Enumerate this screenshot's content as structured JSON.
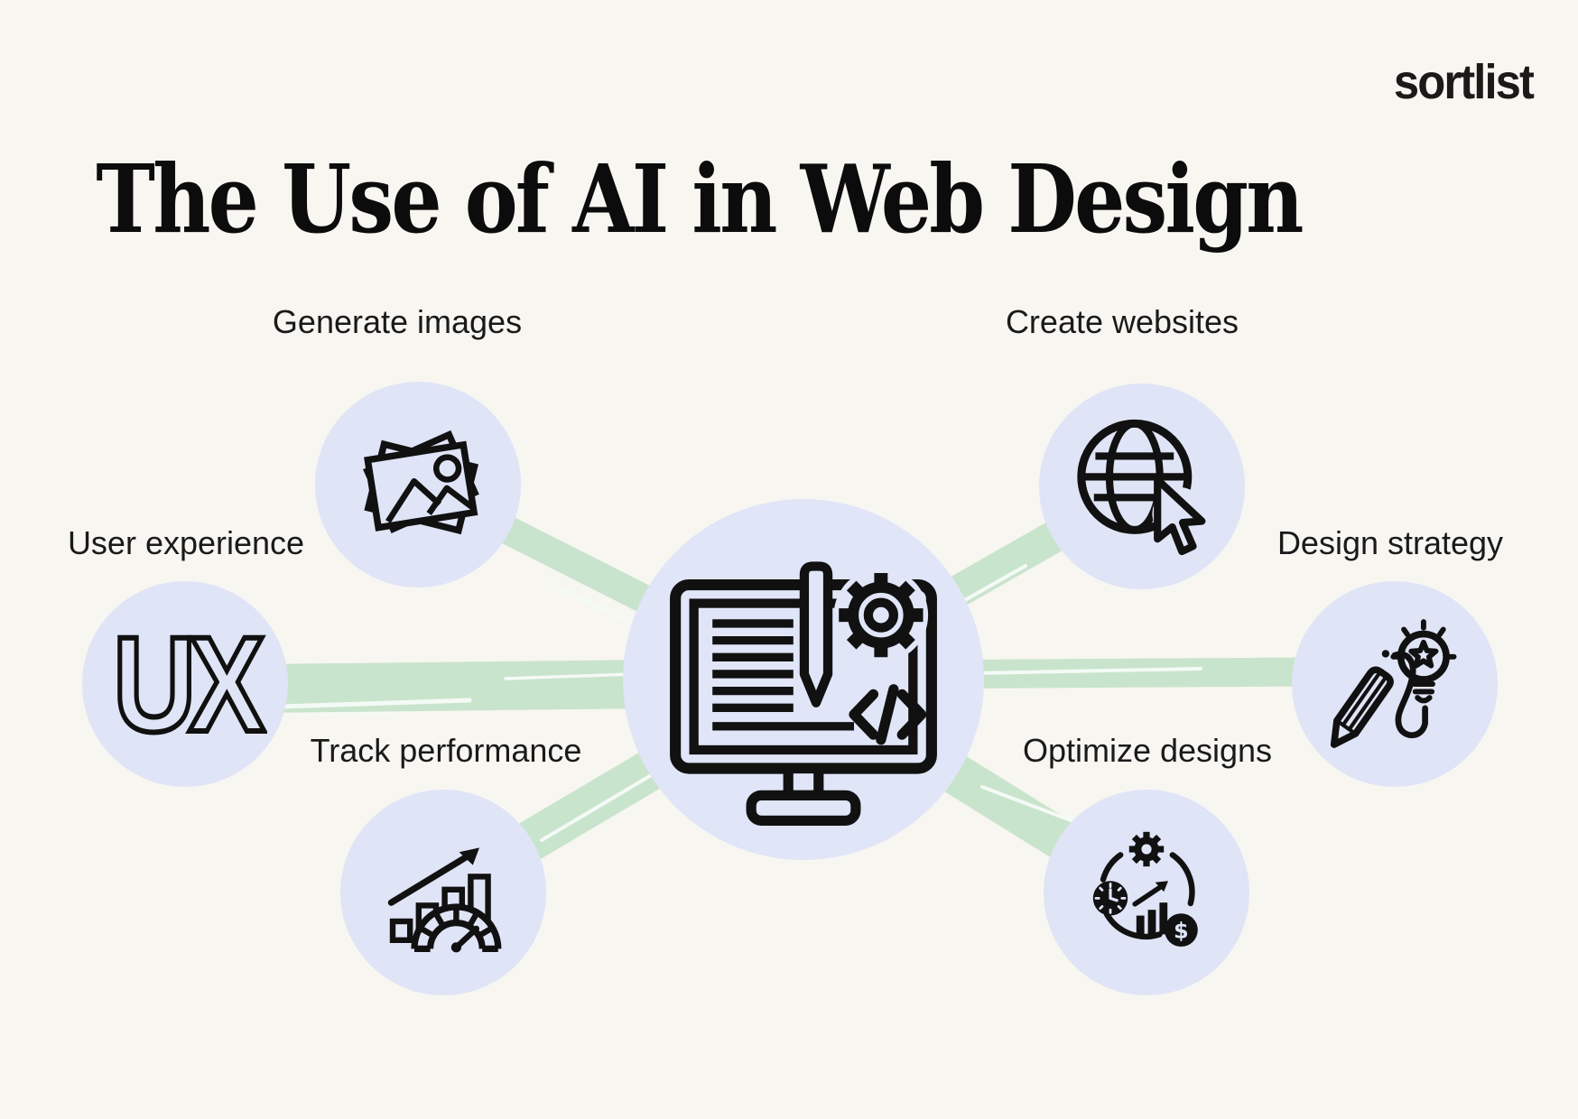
{
  "brand": {
    "logo_text": "sortlist"
  },
  "header": {
    "title": "The Use of AI in Web Design"
  },
  "center": {
    "icon": "ai-web-design-monitor-icon"
  },
  "nodes": [
    {
      "id": "generate-images",
      "label": "Generate images",
      "icon": "stacked-photos-icon"
    },
    {
      "id": "create-websites",
      "label": "Create websites",
      "icon": "globe-cursor-icon"
    },
    {
      "id": "user-experience",
      "label": "User experience",
      "icon": "ux-logo",
      "icon_text": "UX"
    },
    {
      "id": "design-strategy",
      "label": "Design strategy",
      "icon": "pencil-lightbulb-icon"
    },
    {
      "id": "track-performance",
      "label": "Track performance",
      "icon": "chart-gauge-icon"
    },
    {
      "id": "optimize-designs",
      "label": "Optimize designs",
      "icon": "optimization-cycle-icon",
      "icon_text": "$"
    }
  ],
  "colors": {
    "background": "#f8f6f1",
    "node_fill": "#dfe4f7",
    "center_fill": "#e0e5f8",
    "connector_green": "#c9e4cc",
    "ink": "#111111"
  }
}
